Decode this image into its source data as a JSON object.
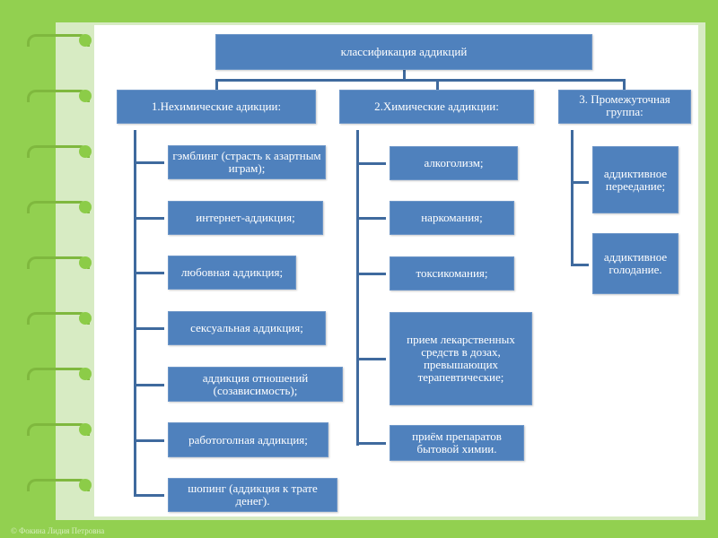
{
  "root": "классификация аддикций",
  "groups": [
    {
      "title": "1.Нехимические адикции:",
      "items": [
        "гэмблинг (страсть к азартным играм);",
        "интернет-аддикция;",
        "любовная аддикция;",
        "сексуальная аддикция;",
        "аддикция отношений (созависимость);",
        "работоголная аддикция;",
        "шопинг (аддикция к трате денег)."
      ]
    },
    {
      "title": "2.Химические аддикции:",
      "items": [
        "алкоголизм;",
        "наркомания;",
        "токсикомания;",
        "прием лекарственных средств в дозах, превышающих терапевтические;",
        "приём препаратов бытовой химии."
      ]
    },
    {
      "title": "3. Промежуточная группа:",
      "items": [
        "аддиктивное переедание;",
        "аддиктивное голодание."
      ]
    }
  ],
  "footer": "© Фокина Лидия Петровна",
  "colors": {
    "box": "#4f81bd",
    "background": "#92d050"
  }
}
